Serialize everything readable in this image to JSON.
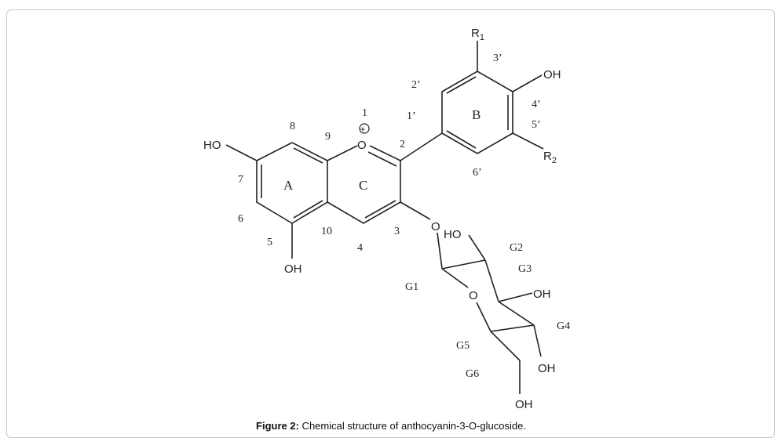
{
  "structure": {
    "substituents": {
      "ho7": "HO",
      "oh5": "OH",
      "r1": "R",
      "r1_sub": "1",
      "r2": "R",
      "r2_sub": "2",
      "oh4p": "OH",
      "o3": "O",
      "o_ring": "O",
      "o_sugar_ring": "O",
      "ho_g2": "HO",
      "oh_g3": "OH",
      "oh_g4": "OH",
      "oh_g6": "OH",
      "charge": "+"
    },
    "rings": {
      "a": "A",
      "b": "B",
      "c": "C"
    },
    "positions": {
      "p1": "1",
      "p2": "2",
      "p3": "3",
      "p4": "4",
      "p5": "5",
      "p6": "6",
      "p7": "7",
      "p8": "8",
      "p9": "9",
      "p10": "10",
      "p1p": "1’",
      "p2p": "2’",
      "p3p": "3’",
      "p4p": "4’",
      "p5p": "5’",
      "p6p": "6’"
    },
    "sugar": {
      "g1": "G1",
      "g2": "G2",
      "g3": "G3",
      "g4": "G4",
      "g5": "G5",
      "g6": "G6"
    }
  },
  "caption": {
    "label": "Figure 2:",
    "text": " Chemical structure of anthocyanin-3-O-glucoside."
  }
}
